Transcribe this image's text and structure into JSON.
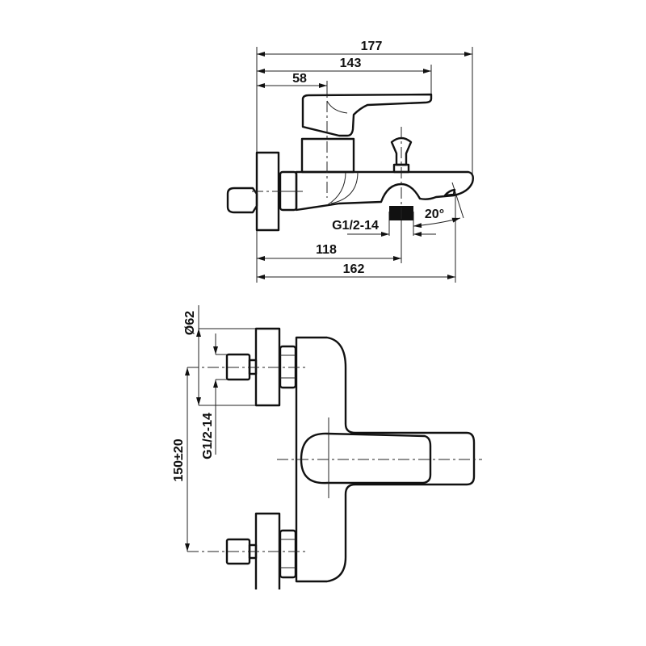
{
  "side_view": {
    "dim_overall_length": "177",
    "dim_lever_length": "143",
    "dim_cartridge_axis": "58",
    "dim_outlet_axis": "118",
    "dim_spout_length": "162",
    "outlet_thread": "G1/2-14",
    "spout_angle": "20°"
  },
  "front_view": {
    "dim_flange_diameter": "Ø62",
    "inlet_thread": "G1/2-14",
    "dim_inlet_spacing": "150±20"
  },
  "colors": {
    "line": "#111111",
    "background": "#ffffff"
  }
}
